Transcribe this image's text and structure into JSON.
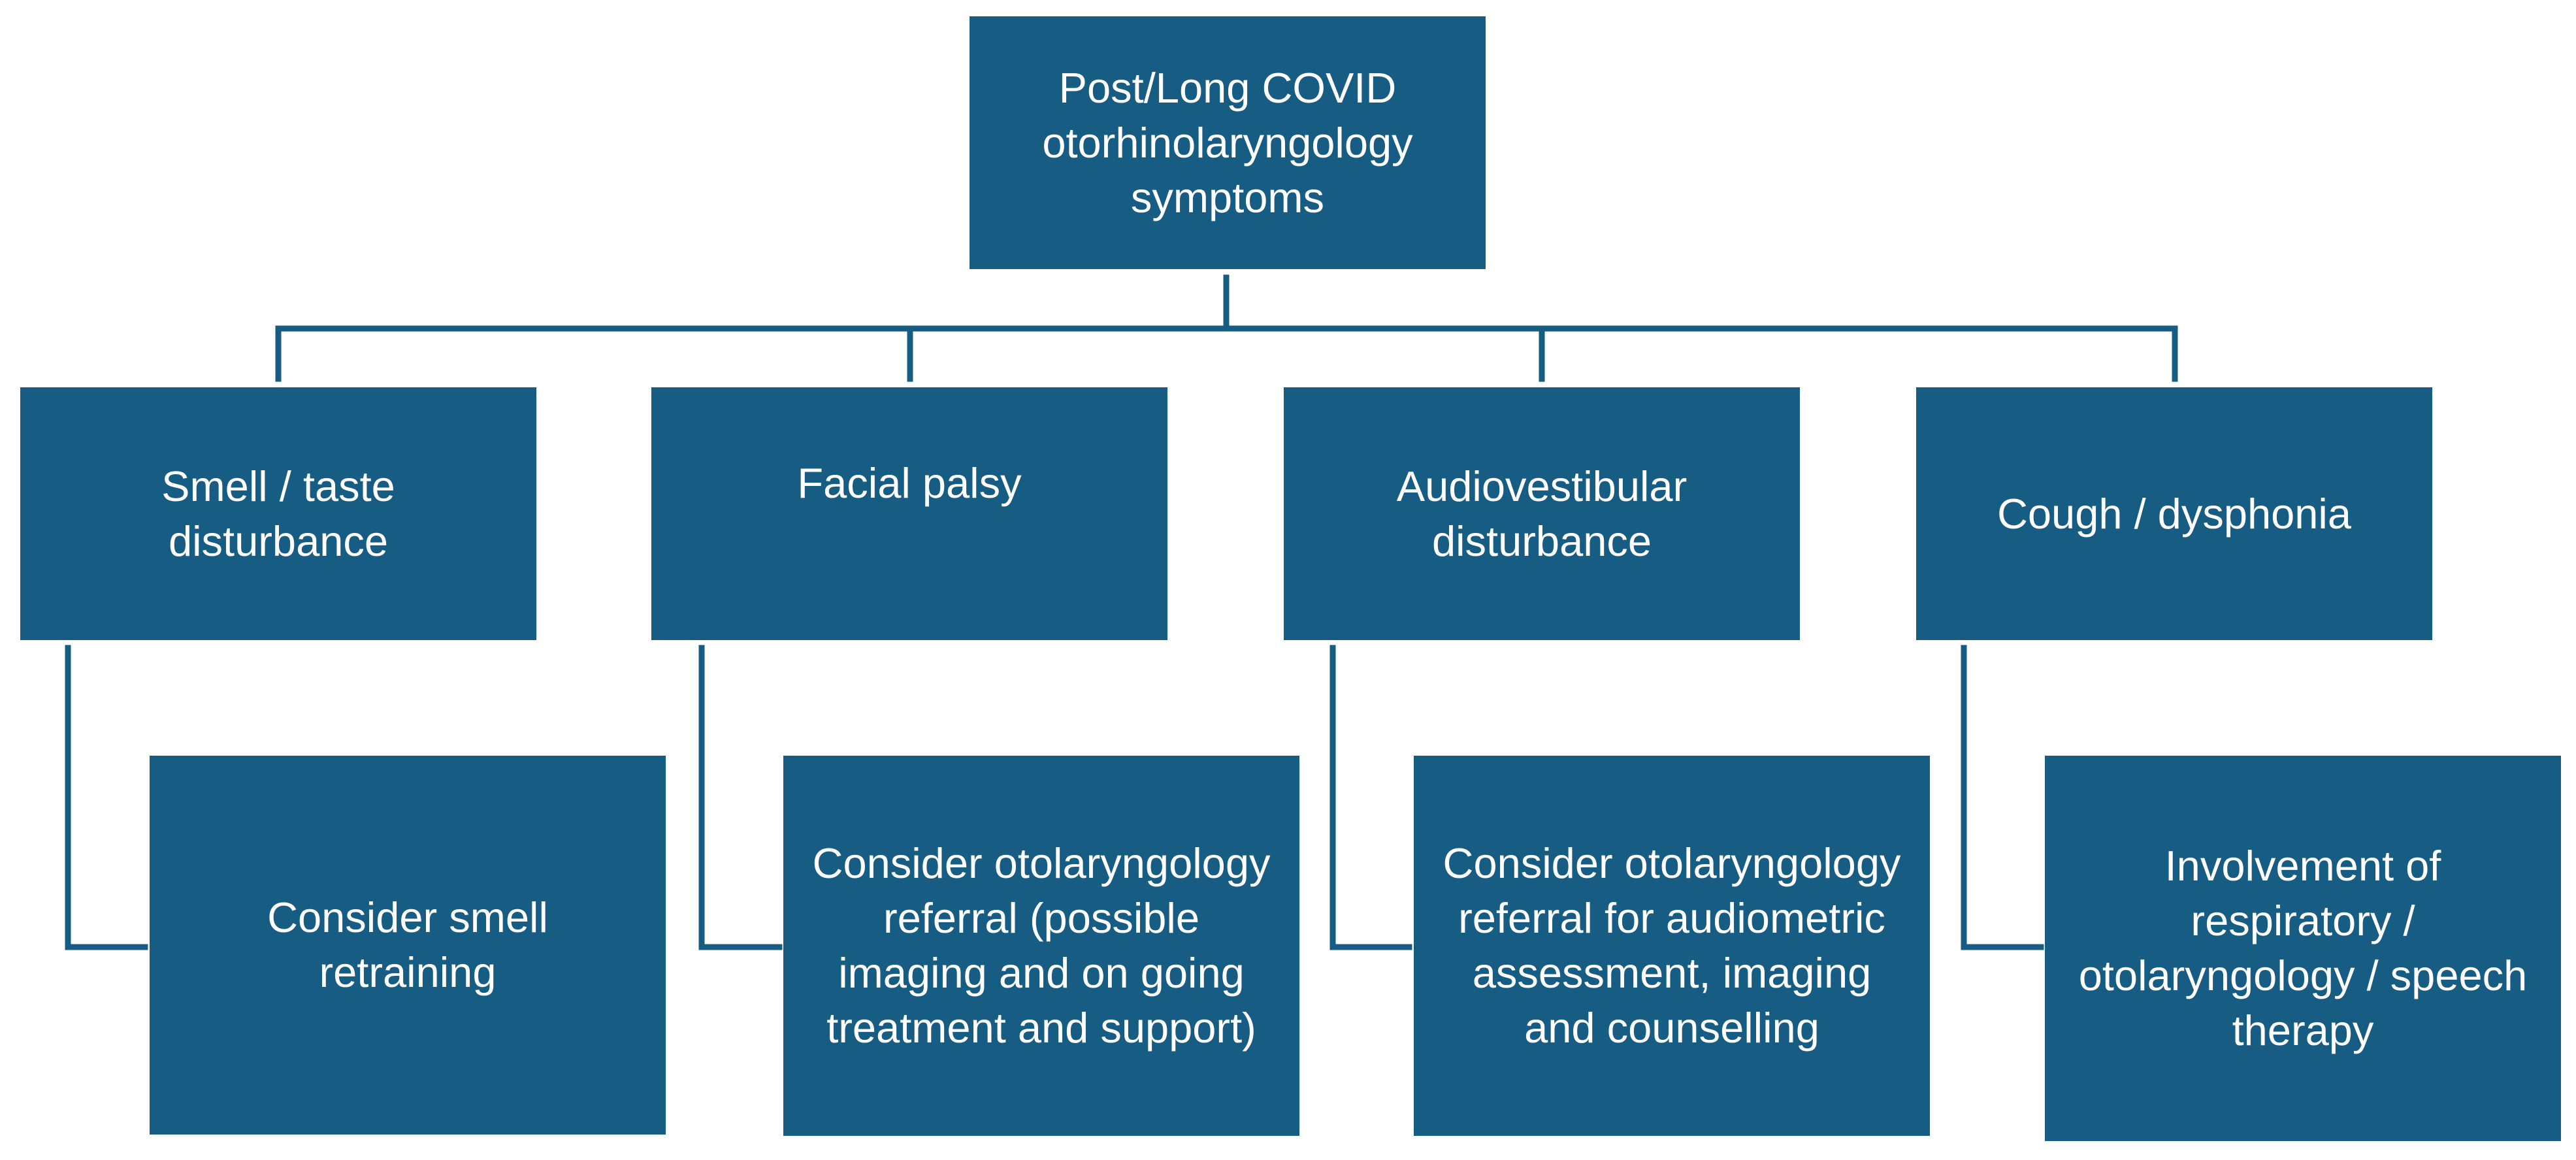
{
  "diagram": {
    "root": "Post/Long COVID\notorhinolaryngology\nsymptoms",
    "categories": [
      {
        "label": "Smell / taste\ndisturbance",
        "action": "Consider smell\nretraining"
      },
      {
        "label": "Facial palsy",
        "action": "Consider otolaryngology\nreferral (possible\nimaging and on going\ntreatment and support)"
      },
      {
        "label": "Audiovestibular\ndisturbance",
        "action": "Consider otolaryngology\nreferral for audiometric\nassessment, imaging\nand counselling"
      },
      {
        "label": "Cough / dysphonia",
        "action": "Involvement of\nrespiratory /\notolaryngology / speech\ntherapy"
      }
    ]
  },
  "colors": {
    "box_fill": "#175c82",
    "connector": "#175c82",
    "text": "#ffffff"
  }
}
